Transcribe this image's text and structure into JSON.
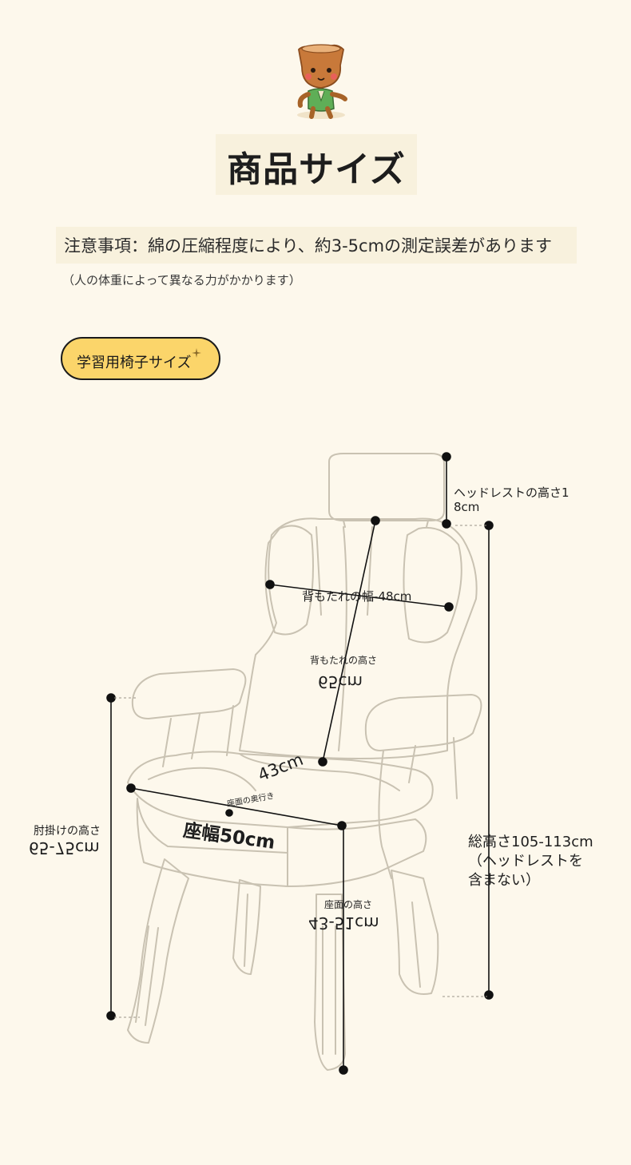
{
  "page": {
    "title": "商品サイズ",
    "notice": "注意事項：綿の圧縮程度により、約3-5cmの測定誤差があります",
    "notice_sub": "（人の体重によって異なる力がかかります）",
    "badge": "学習用椅子サイズ"
  },
  "dimensions": {
    "headrest_height": {
      "label_line1": "ヘッドレストの高さ1",
      "label_line2": "8cm"
    },
    "backrest_width": "背もたれの幅-48cm",
    "backrest_height": {
      "label": "背もたれの高さ",
      "value": "65cm"
    },
    "seat_depth": {
      "label": "座面の奥行き",
      "value": "43cm"
    },
    "seat_width": "座幅50cm",
    "armrest_height": {
      "label": "肘掛けの高さ",
      "value": "65-75cm"
    },
    "seat_height": {
      "label": "座面の高さ",
      "value": "43-51cm"
    },
    "total_height": {
      "line1": "総高さ105-113cm",
      "line2": "（ヘッドレストを",
      "line3": "含まない）"
    }
  },
  "colors": {
    "background": "#fdf8ec",
    "badge_fill": "#fbd56a",
    "title_panel": "#f8f1dd",
    "line": "#111111",
    "chair_stroke": "#c9c2b2"
  },
  "icons": [
    "mascot-character-icon",
    "sparkle-icon"
  ]
}
